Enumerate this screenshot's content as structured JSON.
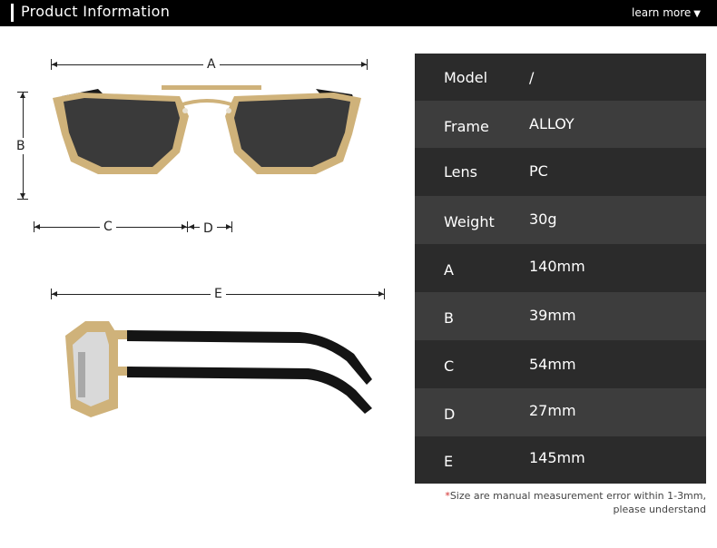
{
  "header": {
    "title": "Product Information",
    "more_label": "learn more",
    "more_icon": "caret-down-icon"
  },
  "dimensions": {
    "a": "A",
    "b": "B",
    "c": "C",
    "d": "D",
    "e": "E"
  },
  "specs": [
    {
      "label": "Model",
      "value": "/"
    },
    {
      "label": "Frame",
      "value": "ALLOY"
    },
    {
      "label": "Lens",
      "value": "PC"
    },
    {
      "label": "Weight",
      "value": "30g"
    },
    {
      "label": "A",
      "value": "140mm"
    },
    {
      "label": "B",
      "value": "39mm"
    },
    {
      "label": "C",
      "value": "54mm"
    },
    {
      "label": "D",
      "value": "27mm"
    },
    {
      "label": "E",
      "value": "145mm"
    }
  ],
  "note": {
    "star": "*",
    "line1": "Size are manual measurement error within 1-3mm,",
    "line2": "please understand"
  },
  "colors": {
    "row_dark": "#2b2b2b",
    "row_light": "#3d3d3d",
    "frame_gold": "#cfb27a",
    "lens": "#3a3a3a"
  }
}
